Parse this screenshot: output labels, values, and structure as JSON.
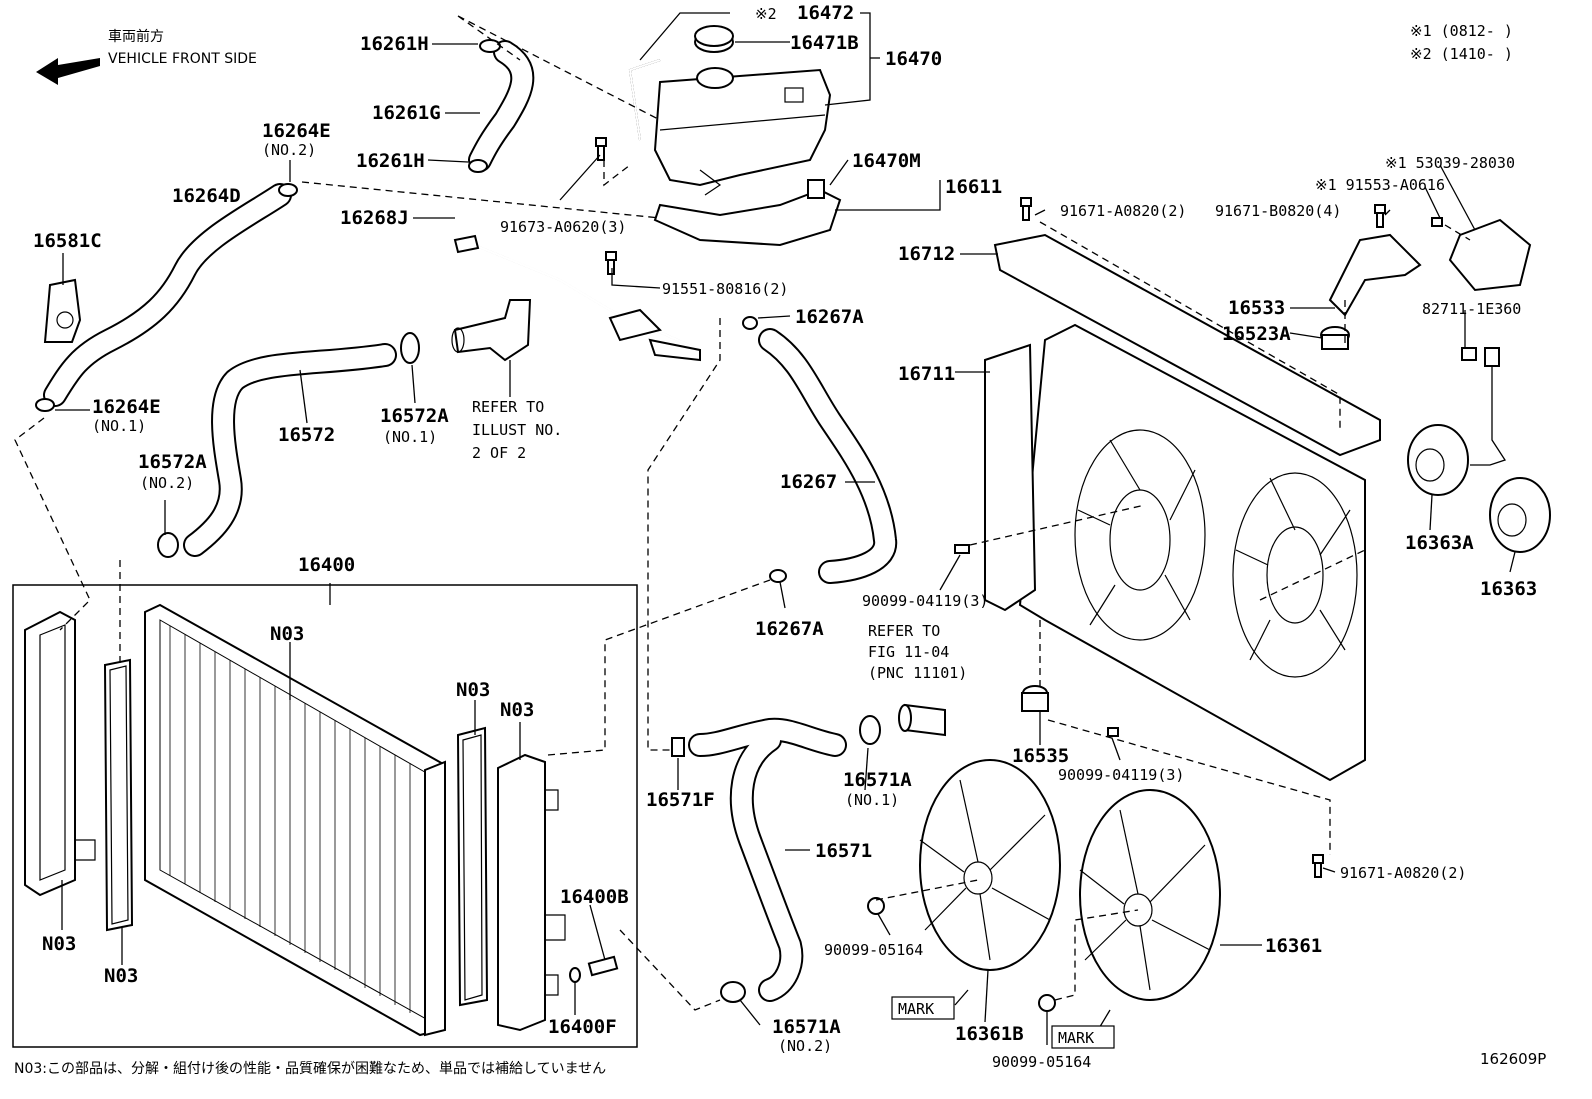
{
  "header": {
    "direction_jp": "車両前方",
    "direction_en": "VEHICLE FRONT SIDE",
    "note1": "※1 (0812-      )",
    "note2": "※2 (1410-      )"
  },
  "labels": {
    "p16261H_top": "16261H",
    "p16261G": "16261G",
    "p16261H_mid": "16261H",
    "p16268J": "16268J",
    "p16264E_no2": "16264E",
    "no2_a": "(NO.2)",
    "p16264D": "16264D",
    "p16581C": "16581C",
    "p16264E_no1": "16264E",
    "no1_a": "(NO.1)",
    "p16572": "16572",
    "p16572A_no1": "16572A",
    "no1_b": "(NO.1)",
    "p16572A_no2": "16572A",
    "no2_b": "(NO.2)",
    "refer_1": "REFER TO",
    "refer_2": "ILLUST NO.",
    "refer_3": "2 OF 2",
    "mark2": "※2",
    "p16472": "16472",
    "p16471B": "16471B",
    "p16470": "16470",
    "p16470M": "16470M",
    "p16611": "16611",
    "p91673": "91673-A0620(3)",
    "p91551": "91551-80816(2)",
    "p16267A_top": "16267A",
    "p16267": "16267",
    "p16267A_bot": "16267A",
    "fig_1": "REFER TO",
    "fig_2": "FIG 11-04",
    "fig_3": "(PNC 11101)",
    "p16400": "16400",
    "n03_a": "N03",
    "n03_b": "N03",
    "n03_c": "N03",
    "n03_d": "N03",
    "n03_e": "N03",
    "p16400B": "16400B",
    "p16400F": "16400F",
    "p16571F": "16571F",
    "p16571": "16571",
    "p16571A_no1": "16571A",
    "no1_c": "(NO.1)",
    "p16571A_no2": "16571A",
    "no2_c": "(NO.2)",
    "p91671_A0820_top": "91671-A0820(2)",
    "p91671_B0820": "91671-B0820(4)",
    "p153039": "※1 53039-28030",
    "p91553": "※1 91553-A0616",
    "p16712": "16712",
    "p16533": "16533",
    "p16523A": "16523A",
    "p82711": "82711-1E360",
    "p16711": "16711",
    "p16363A": "16363A",
    "p16363": "16363",
    "p90099_04119_a": "90099-04119(3)",
    "p90099_04119_b": "90099-04119(3)",
    "p16535": "16535",
    "p91671_A0820_bot": "91671-A0820(2)",
    "p16361": "16361",
    "p16361B": "16361B",
    "p90099_05164_a": "90099-05164",
    "p90099_05164_b": "90099-05164",
    "mark_a": "MARK",
    "mark_b": "MARK"
  },
  "footer": {
    "note": "N03:この部品は、分解・組付け後の性能・品質確保が困難なため、単品では補給していません",
    "code": "162609P"
  }
}
